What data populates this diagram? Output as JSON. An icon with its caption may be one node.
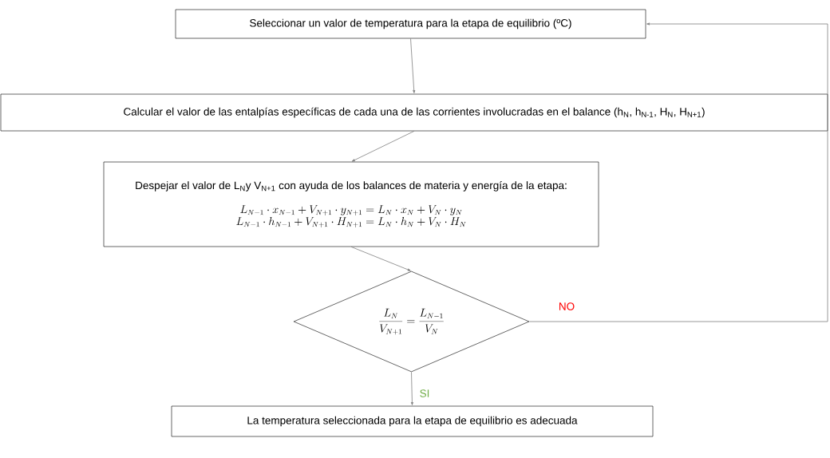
{
  "diagram": {
    "nodes": [
      {
        "text": [
          "Seleccionar un valor de temperatura para la etapa de equilibrio (ºC)"
        ]
      },
      {
        "text": [
          "Calcular el valor de las entalpías específicas de cada una de las corrientes involucradas en el balance (h$_{N}$, h$_{N-1}$, H$_{N}$, H$_{N+1}$)"
        ]
      },
      {
        "text": [
          "Despejar el valor de L$_{N}$y V$_{N+1}$ con ayuda de los balances de materia y energía de la etapa:",
          "L_{N-1}\\cdot x_{N-1}+V_{N+1}\\cdot y_{N+1}=L_{N}\\cdot x_{N}+V_{N}\\cdot y_{N}",
          "L_{N-1}\\cdot h_{N-1}+V_{N+1}\\cdot H_{N+1}=L_{N}\\cdot h_{N}+V_{N}\\cdot H_{N}"
        ]
      },
      {
        "text": [
          "\\frac{L_{N}}{V_{N+1}}=\\frac{L_{N-1}}{V_{N}}"
        ]
      },
      {
        "text": [
          "La temperatura seleccionada para la etapa de equilibrio es adecuada"
        ]
      }
    ],
    "edges": [
      {
        "from": 0,
        "to": 1,
        "arrow": "to"
      },
      {
        "from": 1,
        "to": 2,
        "arrow": "to"
      },
      {
        "from": 2,
        "to": 3,
        "arrow": "to"
      },
      {
        "from": 3,
        "to": 4,
        "arrow": "to",
        "label": "SI"
      },
      {
        "from": 3,
        "to": 0,
        "arrow": "to",
        "label": "NO"
      }
    ]
  }
}
